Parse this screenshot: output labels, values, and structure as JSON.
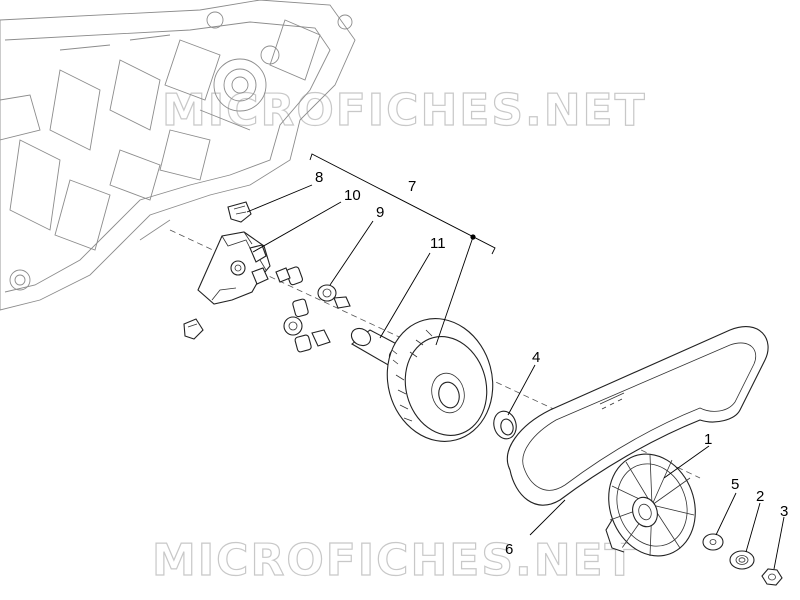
{
  "watermarks": [
    "MICROFICHES.NET",
    "MICROFICHES.NET"
  ],
  "callouts": [
    "1",
    "2",
    "3",
    "4",
    "5",
    "6",
    "7",
    "8",
    "9",
    "10",
    "11"
  ]
}
